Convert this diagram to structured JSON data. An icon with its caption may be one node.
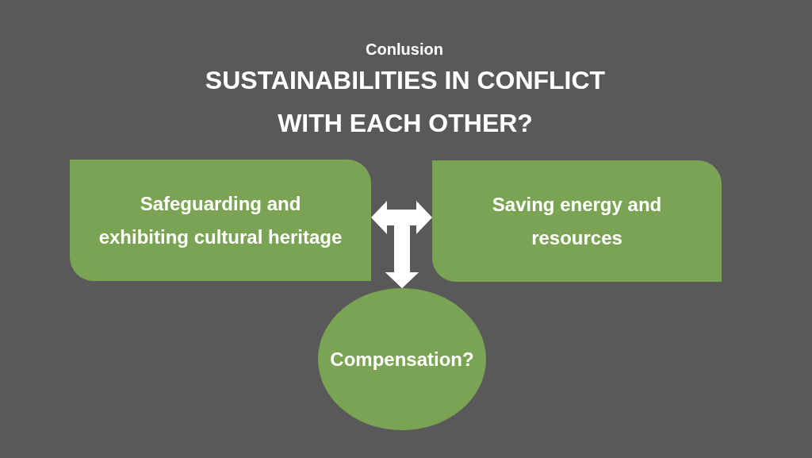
{
  "diagram": {
    "title": "SUSTAINABILITIES IN CONFLICT WITH EACH OTHER?",
    "nodes": [
      {
        "text": [
          "Safeguarding and exhibiting cultural heritage"
        ]
      },
      {
        "text": [
          "Saving energy and resources"
        ]
      },
      {
        "text": [
          "Compensation?"
        ]
      }
    ],
    "edges": [
      {
        "from": 0,
        "to": 1,
        "arrow": "both"
      },
      {
        "from": 0,
        "to": 2,
        "arrow": "to"
      },
      {
        "from": 1,
        "to": 2,
        "arrow": "to"
      }
    ],
    "labels": [
      "Conlusion"
    ]
  }
}
